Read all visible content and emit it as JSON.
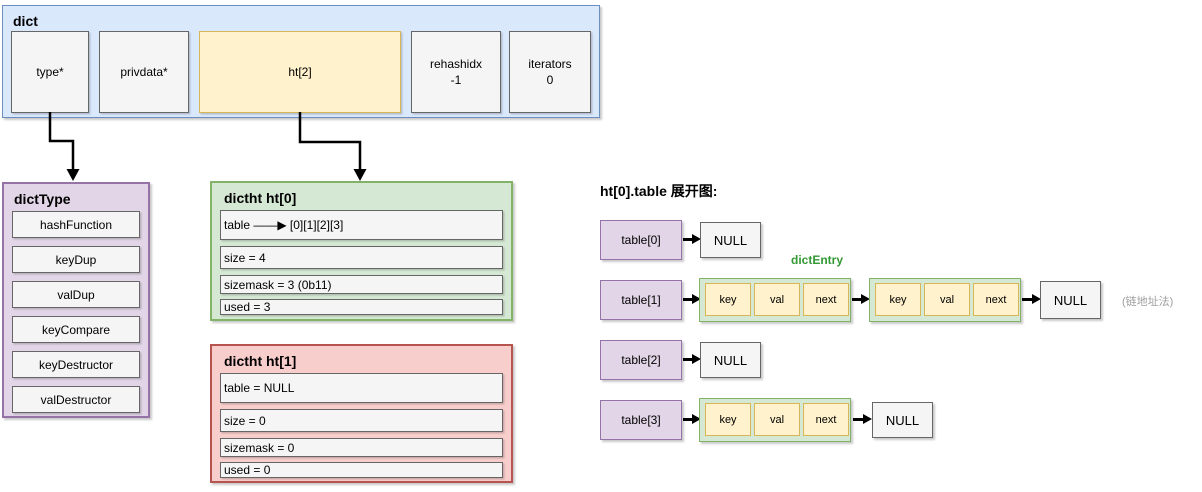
{
  "colors": {
    "blue_fill": "#dae8fc",
    "blue_stroke": "#6c8ebf",
    "yellow_fill": "#fff2cc",
    "yellow_stroke": "#d6b656",
    "green_fill": "#d5e8d4",
    "green_stroke": "#82b366",
    "purple_fill": "#e1d5e7",
    "purple_stroke": "#9673a6",
    "red_fill": "#f8cecc",
    "red_stroke": "#b85450",
    "gray_fill": "#f5f5f5",
    "gray_stroke": "#666666",
    "dictentry_label_color": "#339933",
    "note_color": "#9e9e9e",
    "arrow_color": "#000000"
  },
  "dict": {
    "title": "dict",
    "cells": [
      {
        "label": "type*"
      },
      {
        "label": "privdata*"
      },
      {
        "label": "ht[2]"
      },
      {
        "label": "rehashidx",
        "sub": "-1"
      },
      {
        "label": "iterators",
        "sub": "0"
      }
    ]
  },
  "dict_type": {
    "title": "dictType",
    "cells": [
      "hashFunction",
      "keyDup",
      "valDup",
      "keyCompare",
      "keyDestructor",
      "valDestructor"
    ]
  },
  "ht0": {
    "title": "dictht ht[0]",
    "rows": [
      "table ——▶ [0][1][2][3]",
      "size = 4",
      "sizemask = 3 (0b11)",
      "used = 3"
    ]
  },
  "ht1": {
    "title": "dictht ht[1]",
    "rows": [
      "table = NULL",
      "size = 0",
      "sizemask = 0",
      "used = 0"
    ]
  },
  "expand": {
    "title": "ht[0].table 展开图:",
    "dictentry_label": "dictEntry",
    "chain_note": "(链地址法)",
    "null_label": "NULL",
    "entry_cells": [
      "key",
      "val",
      "next"
    ],
    "rows": [
      {
        "label": "table[0]"
      },
      {
        "label": "table[1]"
      },
      {
        "label": "table[2]"
      },
      {
        "label": "table[3]"
      }
    ]
  }
}
